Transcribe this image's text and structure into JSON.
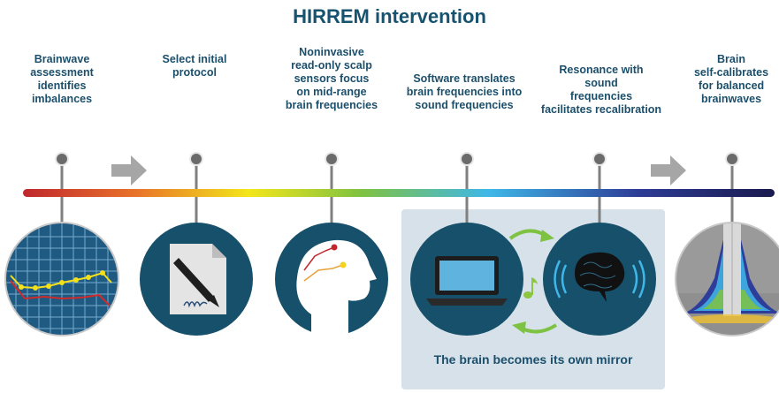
{
  "title": "HIRREM intervention",
  "steps": [
    {
      "label": "Brainwave\nassessment\nidentifies\nimbalances"
    },
    {
      "label": "Select initial\nprotocol"
    },
    {
      "label": "Noninvasive\nread-only scalp\nsensors  focus\non mid-range\nbrain frequencies"
    },
    {
      "label": "Software translates\nbrain frequencies into\nsound frequencies"
    },
    {
      "label": "Resonance with\nsound\nfrequencies\nfacilitates recalibration"
    },
    {
      "label": "Brain\nself-calibrates\nfor balanced\nbrainwaves"
    }
  ],
  "mirror_caption": "The brain becomes its own mirror",
  "icons": [
    "brainwave-chart-icon",
    "protocol-document-icon",
    "head-sensor-icon",
    "laptop-icon",
    "brain-sound-icon",
    "balanced-spectrum-icon",
    "arrow-right-icon",
    "music-note-icon",
    "cycle-arrow-icon"
  ],
  "colors": {
    "title": "#17536f",
    "circle": "#17506a",
    "panel": "#d6e1ea",
    "spectrum": [
      "#c0272d",
      "#e8732a",
      "#f3e61b",
      "#7fc241",
      "#3fb7e8",
      "#2d3c95",
      "#1a1a4e"
    ]
  }
}
